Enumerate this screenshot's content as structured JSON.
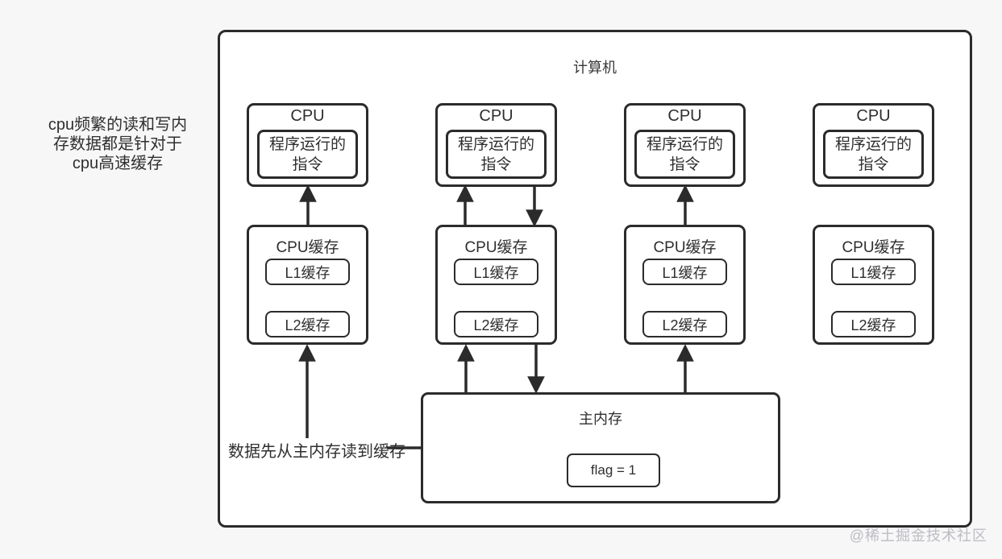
{
  "canvas": {
    "background_color": "#f7f7f8",
    "line_color": "#2b2b2b",
    "box_fill_color": "#ffffff",
    "watermark_color": "#bcbcc3"
  },
  "side_note": {
    "lines": [
      "cpu频繁的读和写内",
      "存数据都是针对于",
      "cpu高速缓存"
    ]
  },
  "computer": {
    "title": "计算机"
  },
  "columns": [
    {
      "cpu_label": "CPU",
      "instruction_lines": [
        "程序运行的",
        "指令"
      ],
      "cache_label": "CPU缓存",
      "l1_label": "L1缓存",
      "l2_label": "L2缓存"
    },
    {
      "cpu_label": "CPU",
      "instruction_lines": [
        "程序运行的",
        "指令"
      ],
      "cache_label": "CPU缓存",
      "l1_label": "L1缓存",
      "l2_label": "L2缓存"
    },
    {
      "cpu_label": "CPU",
      "instruction_lines": [
        "程序运行的",
        "指令"
      ],
      "cache_label": "CPU缓存",
      "l1_label": "L1缓存",
      "l2_label": "L2缓存"
    },
    {
      "cpu_label": "CPU",
      "instruction_lines": [
        "程序运行的",
        "指令"
      ],
      "cache_label": "CPU缓存",
      "l1_label": "L1缓存",
      "l2_label": "L2缓存"
    }
  ],
  "main_memory": {
    "label": "主内存",
    "flag_value": "flag = 1"
  },
  "bottom_note": {
    "text": "数据先从主内存读到缓存"
  },
  "watermark": {
    "text": "@稀土掘金技术社区"
  }
}
